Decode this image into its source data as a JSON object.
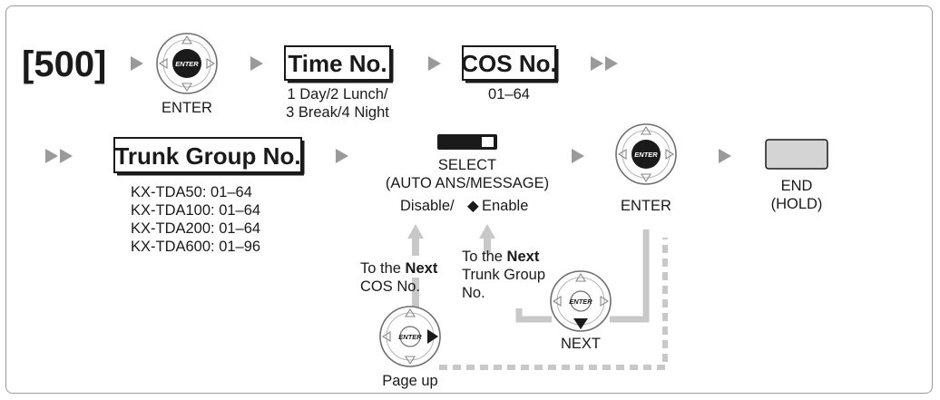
{
  "command_code": "[500]",
  "step1": {
    "key_label": "ENTER",
    "key_face_text": "ENTER"
  },
  "time_no": {
    "box_label": "Time No.",
    "values_line1": "1 Day/2 Lunch/",
    "values_line2": "3 Break/4 Night"
  },
  "cos_no": {
    "box_label": "COS No.",
    "range": "01–64"
  },
  "trunk_group": {
    "box_label": "Trunk Group No.",
    "ranges": [
      "KX-TDA50: 01–64",
      "KX-TDA100: 01–64",
      "KX-TDA200: 01–64",
      "KX-TDA600: 01–96"
    ]
  },
  "select": {
    "line1": "SELECT",
    "line2": "(AUTO ANS/MESSAGE)",
    "options_disable": "Disable/",
    "default_marker": "◆",
    "options_enable": "Enable"
  },
  "enter2": {
    "key_label": "ENTER",
    "key_face_text": "ENTER"
  },
  "end": {
    "line1": "END",
    "line2": "(HOLD)"
  },
  "loop_cos": {
    "prefix": "To the ",
    "bold": "Next",
    "line2": "COS No."
  },
  "loop_trunk": {
    "prefix": "To the ",
    "bold": "Next",
    "line2": "Trunk Group",
    "line3": "No."
  },
  "next_key": {
    "key_label": "NEXT",
    "key_face_text": "ENTER"
  },
  "pageup_key": {
    "key_label": "Page up",
    "key_face_text": "ENTER"
  },
  "colors": {
    "frame": "#9a9a9a",
    "arrow_gray": "#9a9a9a",
    "loop_gray": "#c8c8c8",
    "key_black": "#1a1a1a",
    "end_button_fill": "#d4d4d4"
  }
}
